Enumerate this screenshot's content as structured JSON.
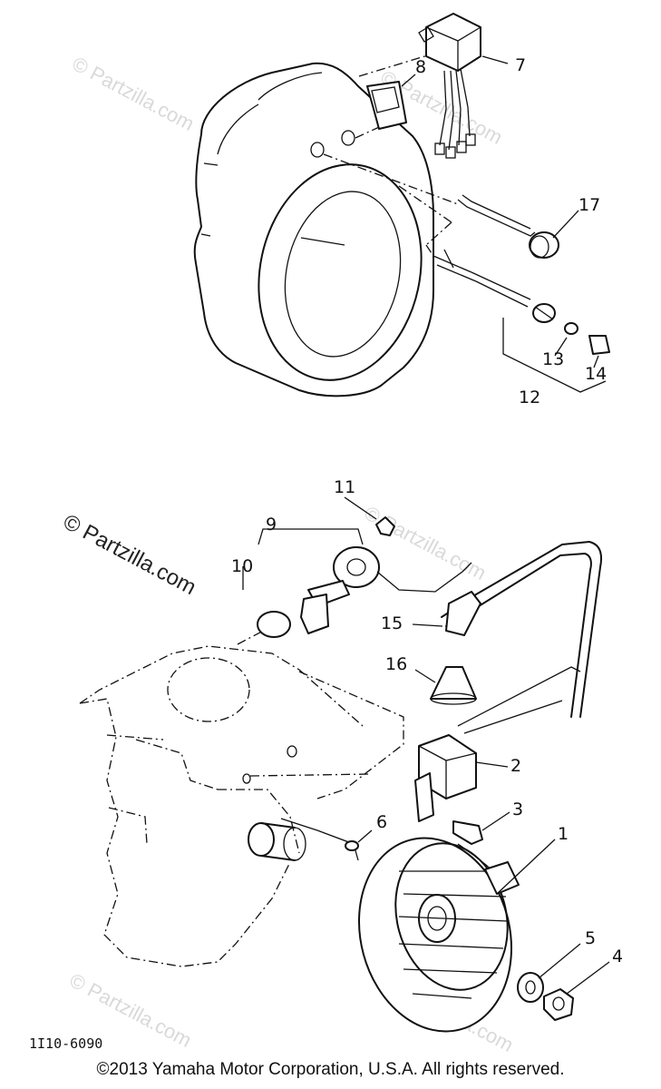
{
  "watermarks": {
    "repeated": "© Partzilla.com",
    "main": "© Partzilla.com"
  },
  "diagram_code": "1I10-6090",
  "callouts": {
    "c1": "1",
    "c2": "2",
    "c3": "3",
    "c4": "4",
    "c5": "5",
    "c6": "6",
    "c7": "7",
    "c8": "8",
    "c9": "9",
    "c10": "10",
    "c11": "11",
    "c12": "12",
    "c13": "13",
    "c14": "14",
    "c15": "15",
    "c16": "16",
    "c17": "17"
  },
  "copyright": "©2013  Yamaha Motor Corporation, U.S.A. All rights reserved."
}
